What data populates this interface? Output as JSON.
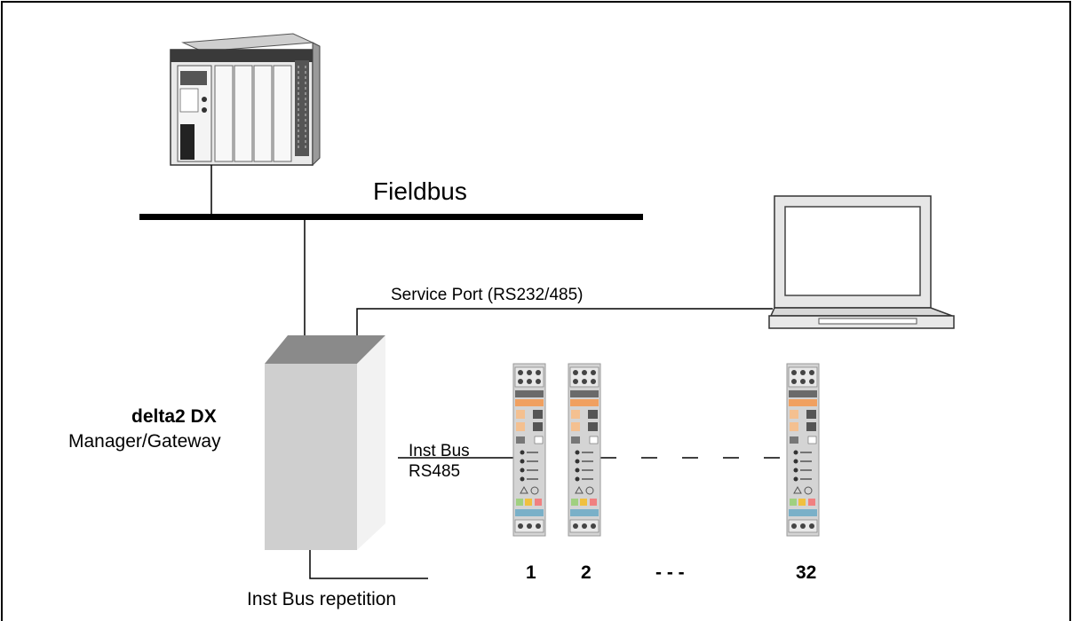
{
  "diagram": {
    "fieldbus_label": "Fieldbus",
    "service_port_label": "Service Port (RS232/485)",
    "device_name": "delta2 DX",
    "device_role": "Manager/Gateway",
    "inst_bus_label_1": "Inst Bus",
    "inst_bus_label_2": "RS485",
    "repetition_label": "Inst Bus repetition",
    "module_numbers": [
      "1",
      "2",
      "- - -",
      "32"
    ]
  },
  "icons": [
    "plc-icon",
    "laptop-icon",
    "din-module-icon",
    "gateway-box"
  ]
}
